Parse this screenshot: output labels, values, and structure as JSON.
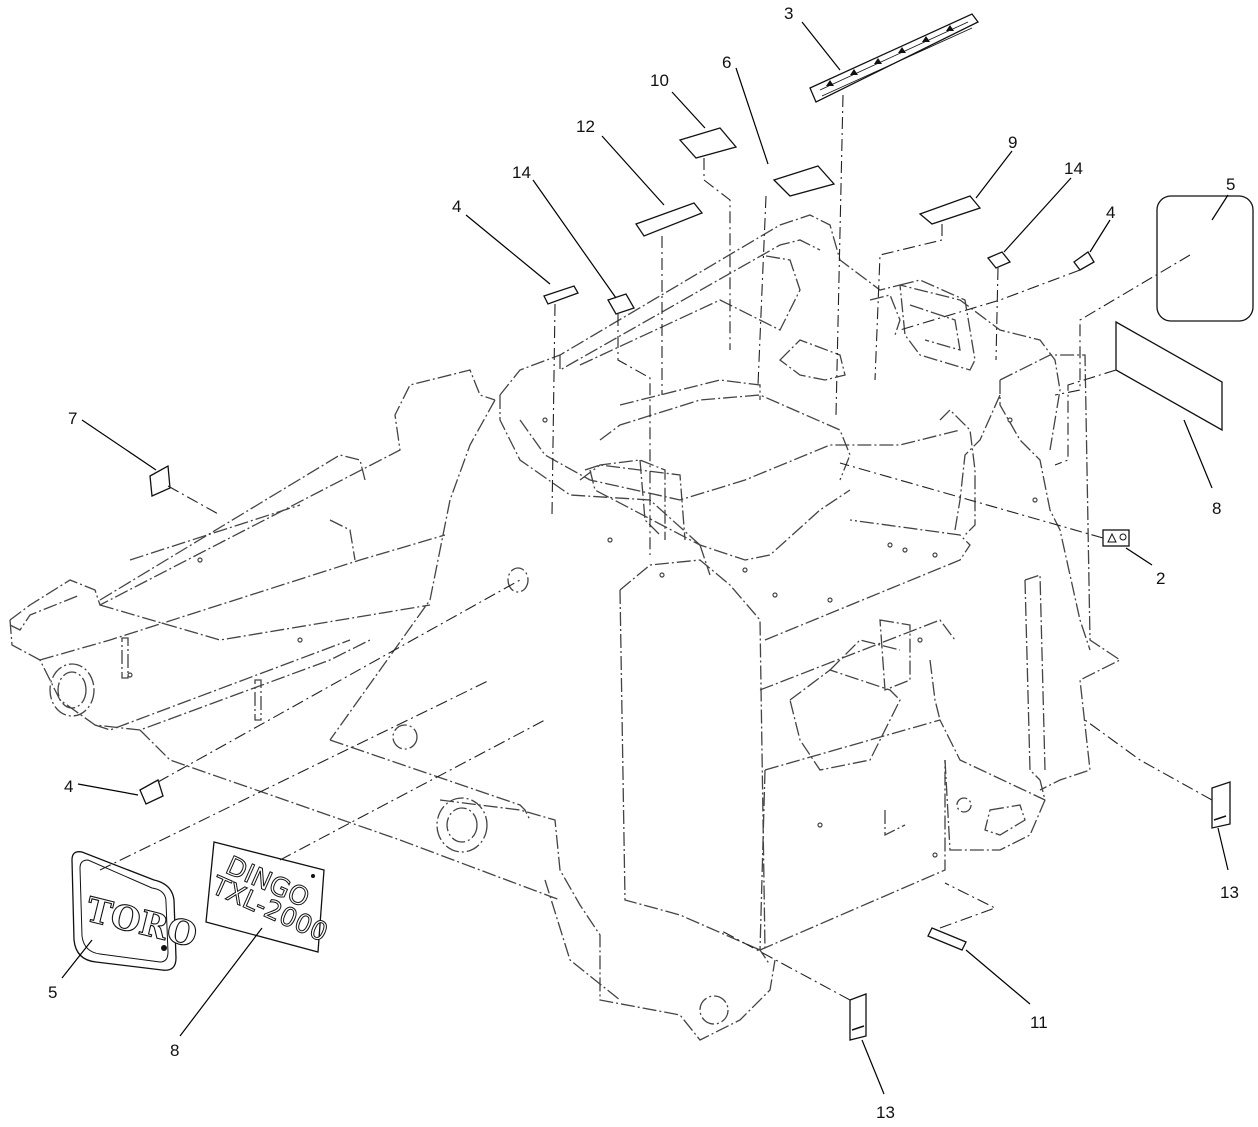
{
  "callouts": {
    "c1": "3",
    "c2": "10",
    "c3": "6",
    "c4": "12",
    "c5": "9",
    "c6": "14",
    "c7": "14",
    "c8": "4",
    "c9": "4",
    "c10": "5",
    "c11": "7",
    "c12": "8",
    "c13": "2",
    "c14": "4",
    "c15": "5",
    "c16": "8",
    "c17": "13",
    "c18": "11",
    "c19": "13"
  },
  "decals": {
    "brand_logo": "TORO",
    "model_line1": "DINGO",
    "model_line2": "TXL-2000"
  }
}
